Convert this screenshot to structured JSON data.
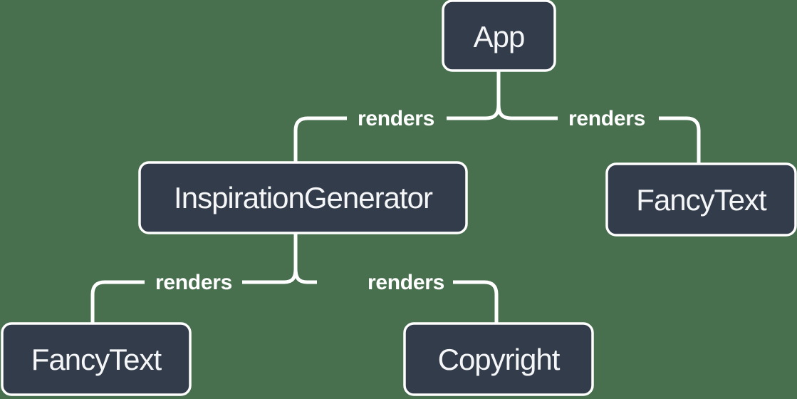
{
  "colors": {
    "background": "#48704F",
    "node_fill": "#333C4A",
    "node_border": "#FFFFFF",
    "node_text": "#F5F6F8",
    "edge_line": "#FFFFFF",
    "edge_label_text": "#FFFFFF"
  },
  "diagram": {
    "type": "component-render-tree",
    "nodes": [
      {
        "id": "app",
        "label": "App"
      },
      {
        "id": "inspiration-generator",
        "label": "InspirationGenerator"
      },
      {
        "id": "fancy-text-top",
        "label": "FancyText"
      },
      {
        "id": "fancy-text-bottom",
        "label": "FancyText"
      },
      {
        "id": "copyright",
        "label": "Copyright"
      }
    ],
    "edges": [
      {
        "from": "App",
        "to": "InspirationGenerator",
        "label": "renders"
      },
      {
        "from": "App",
        "to": "FancyText",
        "label": "renders"
      },
      {
        "from": "InspirationGenerator",
        "to": "FancyText",
        "label": "renders"
      },
      {
        "from": "InspirationGenerator",
        "to": "Copyright",
        "label": "renders"
      }
    ]
  }
}
